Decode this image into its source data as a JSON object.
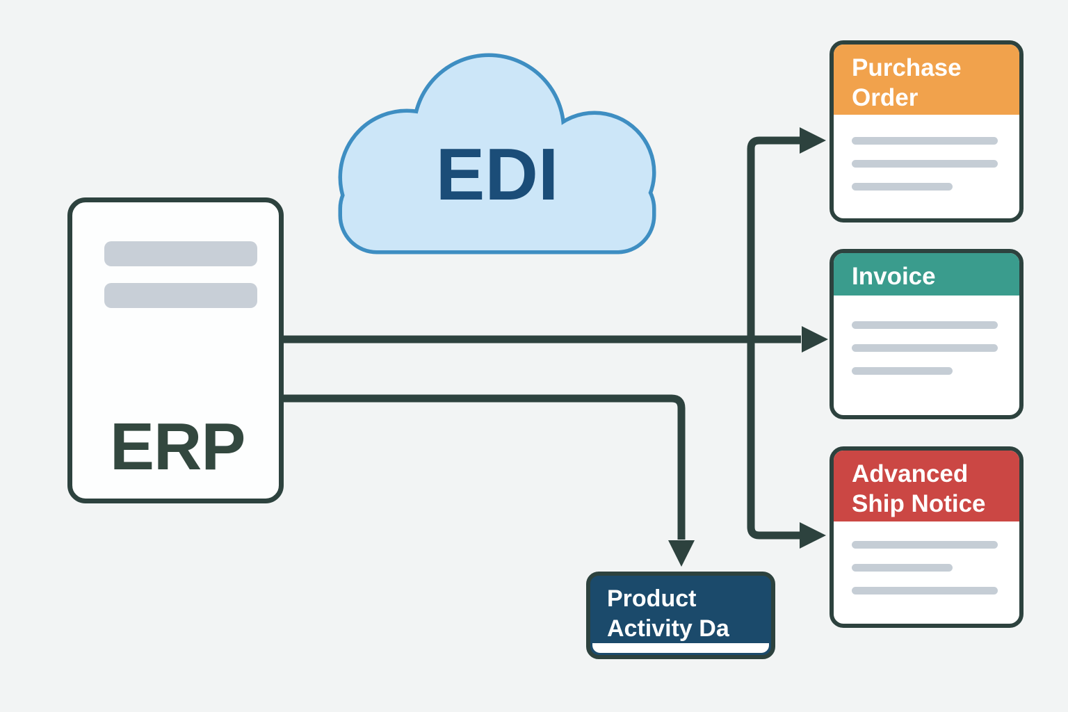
{
  "erp": {
    "label": "ERP"
  },
  "cloud": {
    "label": "EDI"
  },
  "documents": [
    {
      "id": "purchase-order",
      "label": "Purchase Order",
      "header_color": "#f1a24c"
    },
    {
      "id": "invoice",
      "label": "Invoice",
      "header_color": "#3a9c8d"
    },
    {
      "id": "advanced-ship-notice",
      "label": "Advanced Ship Notice",
      "header_color": "#cb4744"
    }
  ],
  "product_activity": {
    "label": "Product Activity Da",
    "background_color": "#1b4a6b"
  },
  "colors": {
    "background": "#f2f4f4",
    "connector": "#2d423e",
    "box_border": "#2d423e",
    "box_fill": "#ffffff",
    "placeholder_bar_erp": "#c8cfd7",
    "placeholder_bar_card": "#c5cdd5",
    "cloud_fill": "#cce6f8",
    "cloud_stroke": "#3e8ec2",
    "cloud_text": "#1b4d78",
    "erp_text": "#33483f",
    "card_header_text": "#ffffff",
    "product_text": "#ffffff"
  }
}
